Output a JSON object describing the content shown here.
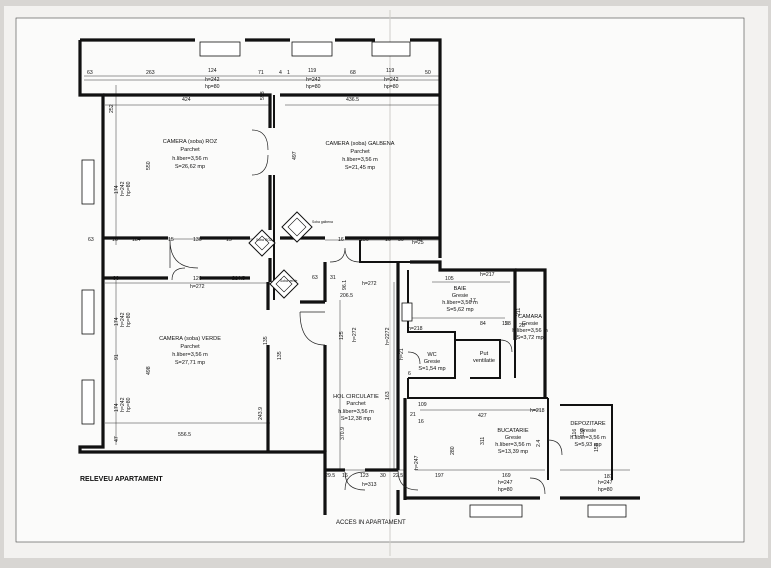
{
  "plan": {
    "title": "RELEVEU APARTAMENT",
    "entrance_label": "ACCES IN APARTAMENT"
  },
  "rooms": [
    {
      "id": "roz",
      "name": "CAMERA (soba) ROZ",
      "floor": "Parchet",
      "height": "h.liber=3,56 m",
      "area": "S=26,62 mp"
    },
    {
      "id": "galbena",
      "name": "CAMERA (soba) GALBENA",
      "floor": "Parchet",
      "height": "h.liber=3,56 m",
      "area": "S=21,45 mp"
    },
    {
      "id": "verde",
      "name": "CAMERA (soba) VERDE",
      "floor": "Parchet",
      "height": "h.liber=3,56 m",
      "area": "S=27,71 mp"
    },
    {
      "id": "baie",
      "name": "BAIE",
      "floor": "Gresie",
      "height": "h.liber=3,56 m",
      "area": "S=5,62 mp"
    },
    {
      "id": "camara",
      "name": "CAMARA",
      "floor": "Gresie",
      "height": "h.liber=3,56 m",
      "area": "S=3,72 mp"
    },
    {
      "id": "wc",
      "name": "WC",
      "floor": "Gresie",
      "height": "",
      "area": "S=1,54 mp"
    },
    {
      "id": "put",
      "name": "Put",
      "floor": "ventilatie",
      "height": "",
      "area": ""
    },
    {
      "id": "hol",
      "name": "HOL CIRCULATIE",
      "floor": "Parchet",
      "height": "h.liber=3,56 m",
      "area": "S=12,38 mp"
    },
    {
      "id": "bucatarie",
      "name": "BUCATARIE",
      "floor": "Gresie",
      "height": "h.liber=3,56 m",
      "area": "S=13,39 mp"
    },
    {
      "id": "depozitare",
      "name": "DEPOZITARE",
      "floor": "Gresie",
      "height": "h.liber=3,56 m",
      "area": "S=5,93 mp"
    }
  ],
  "stoves": [
    "Soba ROZ",
    "Soba galbena",
    "Soba roz",
    "Soba verde"
  ],
  "dimensions": {
    "top": [
      "63",
      "263",
      "124",
      "h=242",
      "hp=80",
      "71",
      "4",
      "1",
      "119",
      "h=242",
      "hp=80",
      "68",
      "119",
      "h=242",
      "hp=80",
      "50"
    ],
    "roz": [
      "424",
      "252",
      "550",
      "174",
      "h=242",
      "hp=80",
      "63",
      "16",
      "184",
      "15",
      "136",
      "15",
      "558"
    ],
    "galbena": [
      "436.5",
      "497",
      "16",
      "136",
      "16",
      "30",
      "78"
    ],
    "middle": [
      "96",
      "126",
      "h=272",
      "214.5",
      "63",
      "31",
      "96.1",
      "h=272",
      "206.5",
      "h=25",
      "105",
      "h=217",
      "17",
      "h=218",
      "84",
      "28",
      "211",
      "15",
      "28"
    ],
    "verde": [
      "135",
      "556.5",
      "174",
      "h=242",
      "hp=80",
      "91",
      "498",
      "174",
      "h=242",
      "hp=80",
      "47",
      "135",
      "243.9"
    ],
    "hol": [
      "125",
      "h=272",
      "370.9",
      "h=2272",
      "h=21",
      "163",
      "6"
    ],
    "lower": [
      "109",
      "427",
      "21",
      "h=218",
      "16",
      "280",
      "311",
      "169",
      "2.4",
      "h=247",
      "hp=80",
      "197",
      "29.5",
      "16",
      "123",
      "30",
      "22.5",
      "h=313",
      "h=247",
      "h=247",
      "hp=80",
      "116",
      "119",
      "158",
      "187"
    ]
  }
}
